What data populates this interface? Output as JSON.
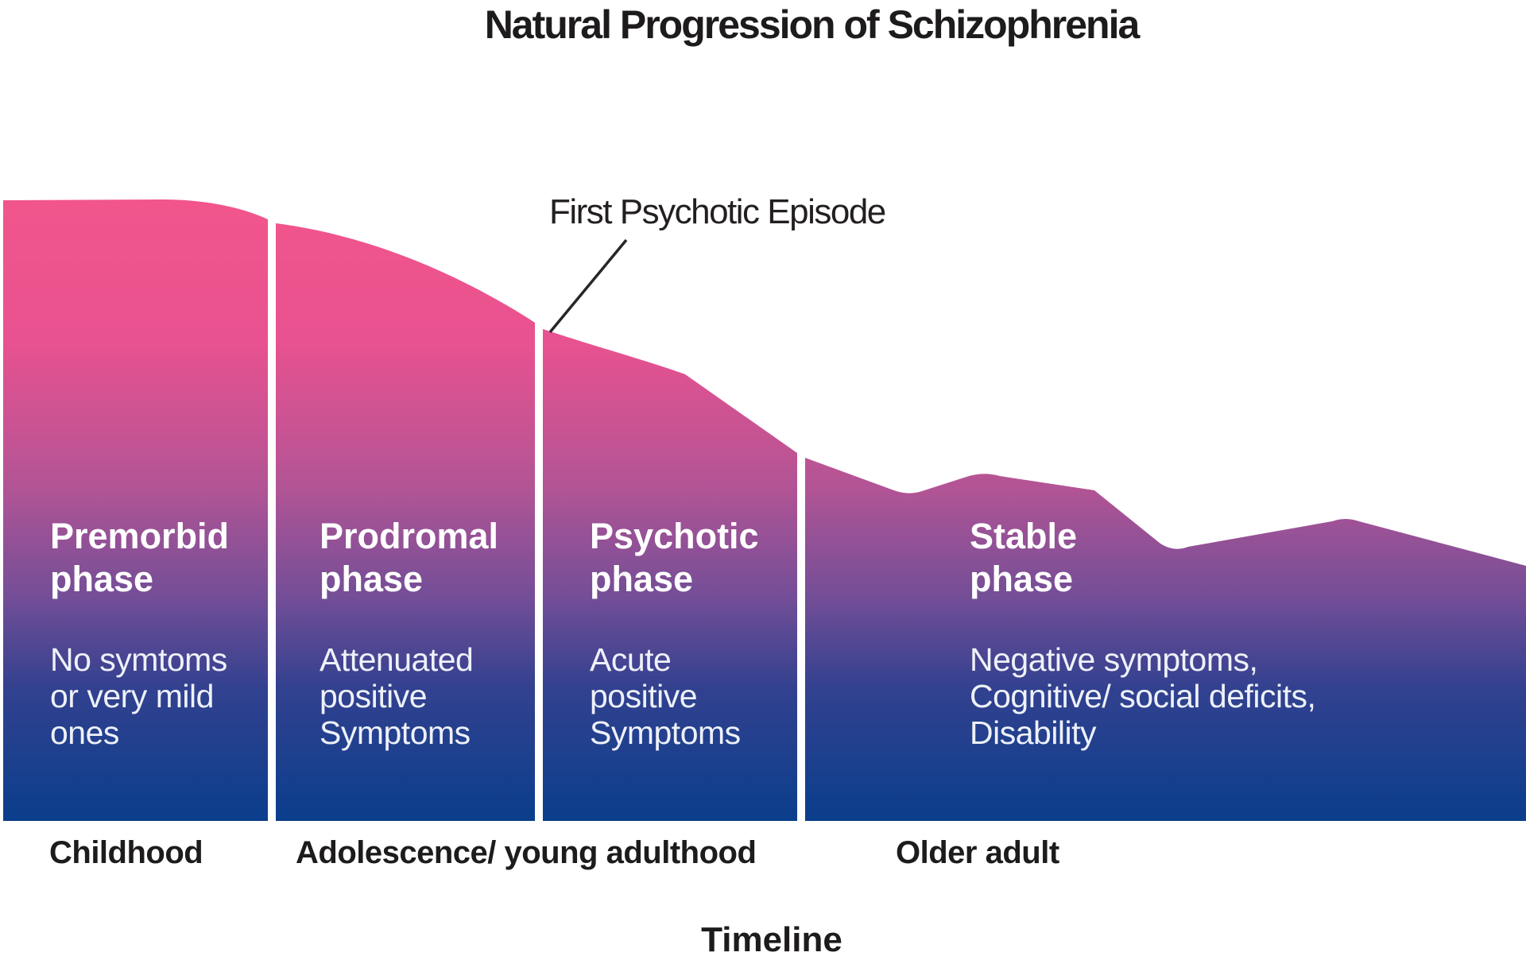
{
  "title": "Natural Progression of Schizophrenia",
  "annotation": {
    "label": "First Psychotic Episode"
  },
  "phases": [
    {
      "name": "Premorbid\nphase",
      "description": "No symtoms\nor very mild\nones"
    },
    {
      "name": "Prodromal\nphase",
      "description": "Attenuated\npositive\nSymptoms"
    },
    {
      "name": "Psychotic\nphase",
      "description": "Acute\npositive\nSymptoms"
    },
    {
      "name": "Stable\nphase",
      "description": "Negative symptoms,\nCognitive/ social deficits,\nDisability"
    }
  ],
  "age_labels": [
    "Childhood",
    "Adolescence/ young adulthood",
    "Older adult"
  ],
  "axis": {
    "timeline_label": "Timeline"
  },
  "colors": {
    "gradient_stops": [
      "#f4568b",
      "#e85290",
      "#b15495",
      "#744e97",
      "#32418f",
      "#0a3e8c"
    ],
    "annotation_line": "#2a2627",
    "heading_text": "#1d1b1c",
    "phase_text": "#eef1f9"
  }
}
